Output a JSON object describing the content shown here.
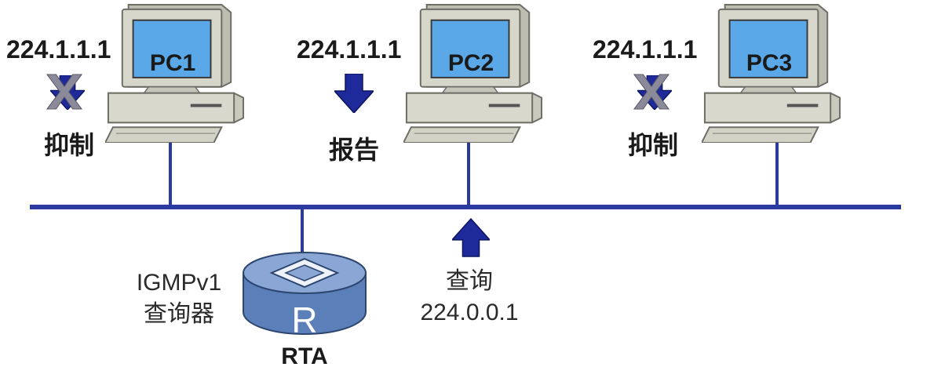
{
  "pcs": [
    {
      "name": "PC1",
      "group_addr": "224.1.1.1",
      "action": "抑制",
      "suppressed": true
    },
    {
      "name": "PC2",
      "group_addr": "224.1.1.1",
      "action": "报告",
      "suppressed": false
    },
    {
      "name": "PC3",
      "group_addr": "224.1.1.1",
      "action": "抑制",
      "suppressed": true
    }
  ],
  "router": {
    "letter": "R",
    "name": "RTA",
    "protocol": "IGMPv1",
    "role": "查询器"
  },
  "query": {
    "label": "查询",
    "address": "224.0.0.1"
  },
  "colors": {
    "bus_line": "#2b3aa0",
    "arrow": "#1f2a9a",
    "x_mark": "#8a8a9a",
    "monitor_body": "#cfcfc4",
    "screen": "#5aa8e8",
    "router_body": "#5b7fb8"
  },
  "icons": {
    "pc": "desktop-computer-icon",
    "router": "router-icon",
    "arrow_down": "down-arrow-icon",
    "arrow_up": "up-arrow-icon",
    "suppress": "x-mark-icon"
  }
}
